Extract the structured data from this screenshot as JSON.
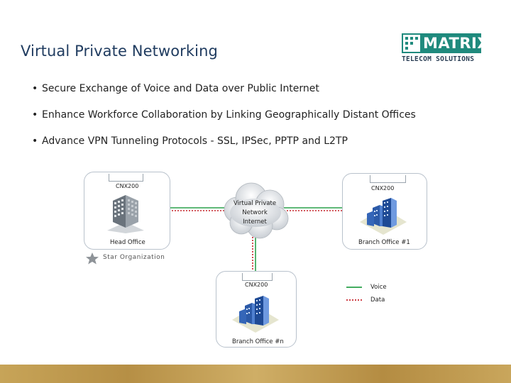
{
  "slide": {
    "title": "Virtual Private Networking",
    "bullets": [
      "Secure Exchange of Voice and Data over Public Internet",
      "Enhance Workforce Collaboration by Linking Geographically Distant Offices",
      "Advance VPN Tunneling Protocols  - SSL, IPSec, PPTP and L2TP"
    ]
  },
  "logo": {
    "word": "MATRIX",
    "subtitle": "TELECOM SOLUTIONS"
  },
  "diagram": {
    "head_office": {
      "device": "CNX200",
      "label": "Head Office"
    },
    "branch_1": {
      "device": "CNX200",
      "label": "Branch Office #1"
    },
    "branch_n": {
      "device": "CNX200",
      "label": "Branch Office #n"
    },
    "cloud": {
      "line1": "Virtual Private",
      "line2": "Network",
      "line3": "Internet"
    },
    "star_label": "Star Organization"
  },
  "legend": {
    "voice": "Voice",
    "data": "Data"
  },
  "colors": {
    "title": "#1f3b5f",
    "voice": "#2aa04a",
    "data": "#c8242c",
    "logo": "#1f8a7d",
    "footer": "#c7a458"
  }
}
